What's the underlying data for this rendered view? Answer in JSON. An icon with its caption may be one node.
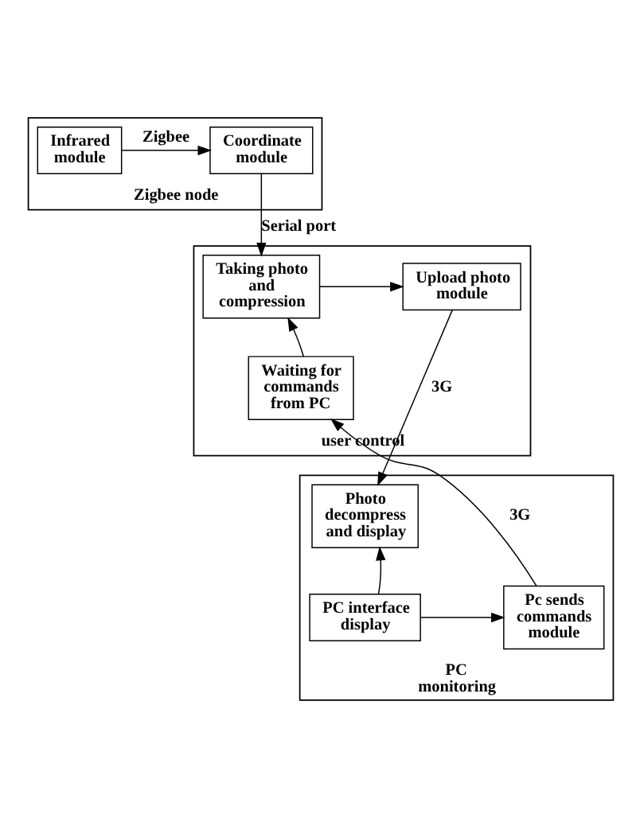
{
  "diagram": {
    "nodes": [
      {
        "text": [
          "Zigbee node"
        ]
      },
      {
        "text": [
          "Infrared module"
        ],
        "in": 0
      },
      {
        "text": [
          "Coordinate module"
        ],
        "in": 0
      },
      {
        "text": [
          "user control"
        ]
      },
      {
        "text": [
          "Taking photo and compression"
        ],
        "in": 3
      },
      {
        "text": [
          "Upload photo module"
        ],
        "in": 3
      },
      {
        "text": [
          "Waiting for commands from PC"
        ],
        "in": 3
      },
      {
        "text": [
          "PC monitoring"
        ]
      },
      {
        "text": [
          "Photo decompress and display"
        ],
        "in": 7
      },
      {
        "text": [
          "Pc sends commands module"
        ],
        "in": 7
      },
      {
        "text": [
          "PC interface display"
        ],
        "in": 7
      }
    ],
    "edges": [
      {
        "from": 1,
        "to": 2,
        "arrow": "to",
        "label": "Zigbee"
      },
      {
        "from": 2,
        "to": 4,
        "arrow": "to",
        "label": "Serial port"
      },
      {
        "from": 4,
        "to": 5,
        "arrow": "to"
      },
      {
        "from": 6,
        "to": 4,
        "arrow": "to"
      },
      {
        "from": 5,
        "to": 8,
        "arrow": "to",
        "label": "3G"
      },
      {
        "from": 9,
        "to": 6,
        "arrow": "to",
        "label": "3G"
      },
      {
        "from": 10,
        "to": 8,
        "arrow": "to"
      },
      {
        "from": 10,
        "to": 9,
        "arrow": "to"
      }
    ]
  }
}
